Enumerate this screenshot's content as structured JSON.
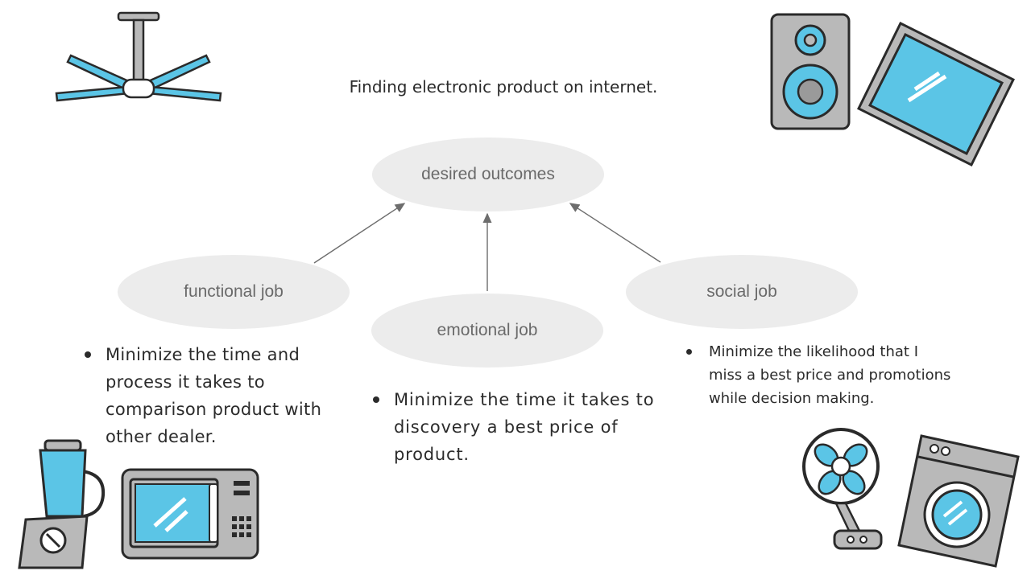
{
  "title": "Finding electronic product on internet.",
  "nodes": {
    "desired": "desired outcomes",
    "functional": "functional job",
    "emotional": "emotional job",
    "social": "social job"
  },
  "bullets": {
    "functional": [
      "Minimize the time and process it takes to comparison product with other dealer."
    ],
    "emotional": [
      "Minimize the time it takes to discovery a best price of product."
    ],
    "social": [
      "Minimize the likelihood that I miss a best price and promotions while decision making."
    ]
  },
  "colors": {
    "accent_blue": "#5bc5e6",
    "ellipse_fill": "#ececec",
    "icon_gray": "#b9b9b9",
    "outline": "#2a2a2a"
  },
  "icons": [
    "ceiling-fan-icon",
    "speaker-icon",
    "television-icon",
    "blender-icon",
    "microwave-icon",
    "desk-fan-icon",
    "washing-machine-icon"
  ]
}
